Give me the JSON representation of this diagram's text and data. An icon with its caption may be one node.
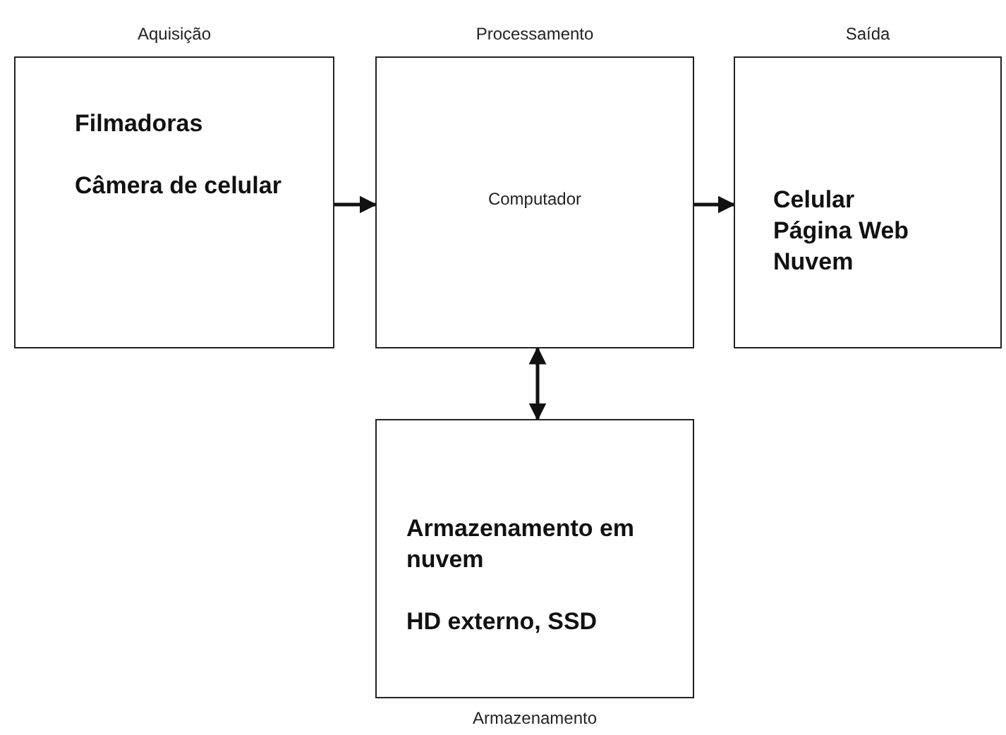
{
  "diagram": {
    "nodes": [
      {
        "text": [
          "Aquisição",
          "Filmadoras",
          "Câmera de celular"
        ]
      },
      {
        "text": [
          "Processamento",
          "Computador"
        ]
      },
      {
        "text": [
          "Saída",
          "Celular",
          "Página Web",
          "Nuvem"
        ]
      },
      {
        "text": [
          "Armazenamento em nuvem",
          "HD externo, SSD",
          "Armazenamento"
        ]
      }
    ],
    "edges": [
      {
        "from": 0,
        "to": 1,
        "arrow": "to"
      },
      {
        "from": 1,
        "to": 2,
        "arrow": "to"
      },
      {
        "from": 1,
        "to": 3,
        "arrow": "both"
      }
    ]
  }
}
